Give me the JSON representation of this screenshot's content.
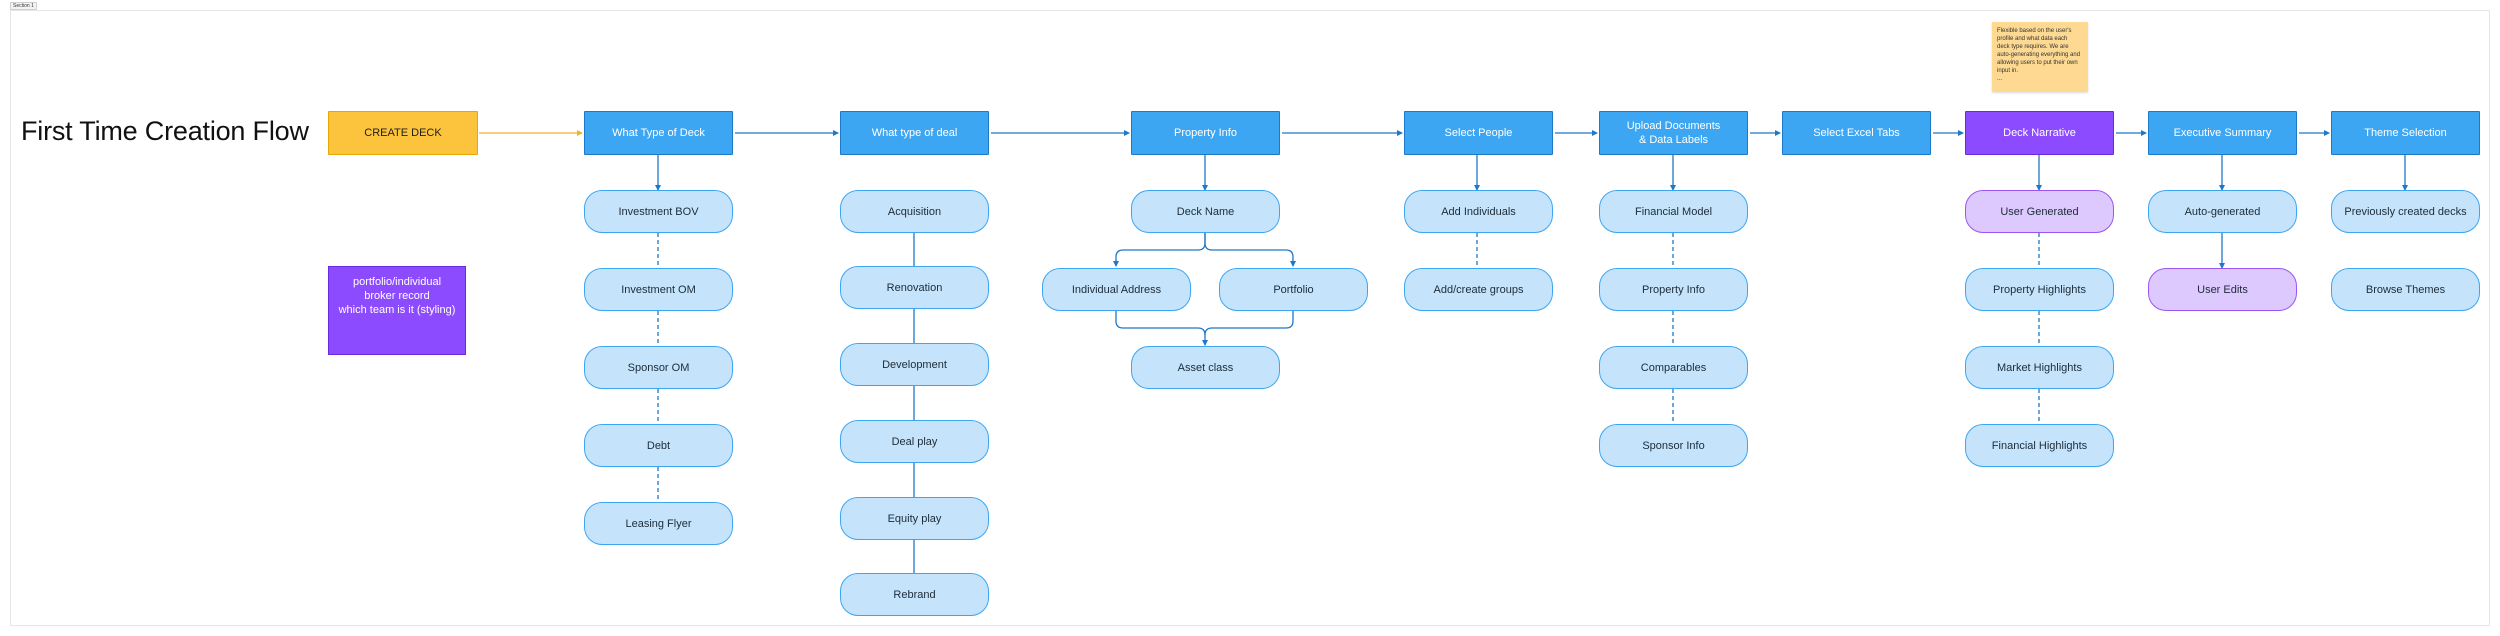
{
  "section_label": "Section 1",
  "title": "First Time Creation Flow",
  "create_deck": "CREATE DECK",
  "side_note": "portfolio/individual\nbroker record\nwhich team is it (styling)",
  "sticky_note": "Flexible based on the user's\nprofile and what data each\ndeck type requires. We are\nauto-generating everything and\nallowing users to put their own\ninput in.\n...",
  "steps": [
    {
      "label": "What Type of Deck",
      "children": [
        "Investment BOV",
        "Investment OM",
        "Sponsor OM",
        "Debt",
        "Leasing Flyer"
      ]
    },
    {
      "label": "What type of deal",
      "children": [
        "Acquisition",
        "Renovation",
        "Development",
        "Deal play",
        "Equity play",
        "Rebrand"
      ]
    },
    {
      "label": "Property Info",
      "children": [
        "Deck Name",
        "Individual Address",
        "Portfolio",
        "Asset class"
      ]
    },
    {
      "label": "Select People",
      "children": [
        "Add Individuals",
        "Add/create groups"
      ]
    },
    {
      "label": "Upload Documents\n& Data Labels",
      "children": [
        "Financial Model",
        "Property Info",
        "Comparables",
        "Sponsor Info"
      ]
    },
    {
      "label": "Select Excel Tabs",
      "children": []
    },
    {
      "label": "Deck Narrative",
      "children": [
        "User Generated",
        "Property Highlights",
        "Market Highlights",
        "Financial Highlights"
      ]
    },
    {
      "label": "Executive Summary",
      "children": [
        "Auto-generated",
        "User Edits"
      ]
    },
    {
      "label": "Theme Selection",
      "children": [
        "Previously created decks",
        "Browse Themes"
      ]
    }
  ],
  "colors": {
    "head_blue": "#3da6f2",
    "head_purple": "#8c4bff",
    "pill_blue": "#c5e4fb",
    "pill_lavender": "#ddc9fd",
    "create_yellow": "#fbc43c",
    "connector": "#1e78c8",
    "create_connector": "#f0b429",
    "sticky": "#fdd992"
  }
}
